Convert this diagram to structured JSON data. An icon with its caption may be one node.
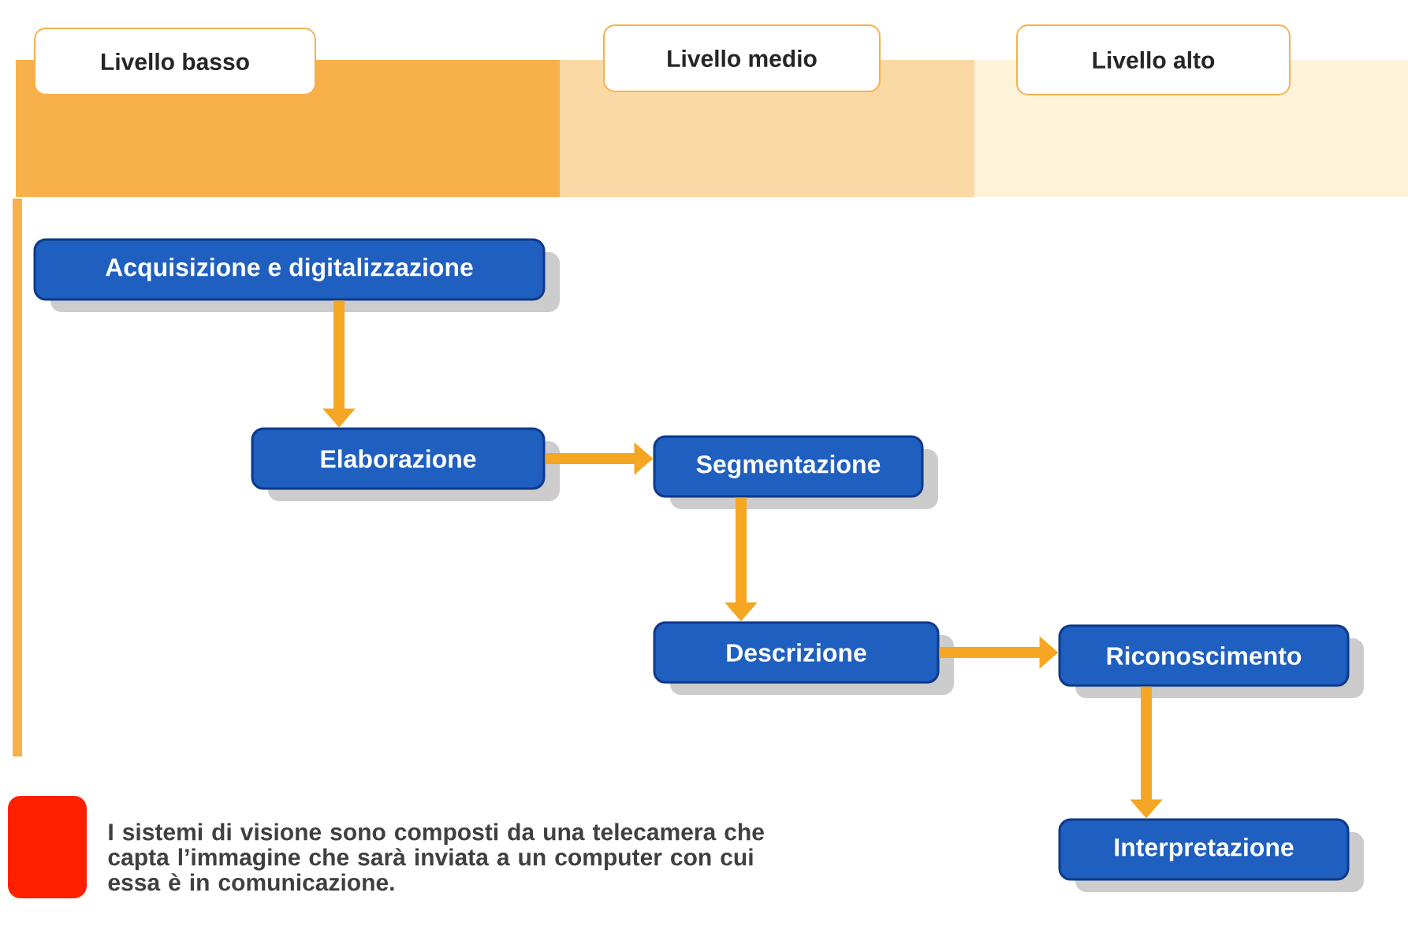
{
  "diagram": {
    "nodes": [
      {
        "text": [
          "Livello basso"
        ]
      },
      {
        "text": [
          "Livello medio"
        ]
      },
      {
        "text": [
          "Livello alto"
        ]
      },
      {
        "text": [
          "Acquisizione e digitalizzazione"
        ]
      },
      {
        "text": [
          "Elaborazione"
        ]
      },
      {
        "text": [
          "Segmentazione"
        ]
      },
      {
        "text": [
          "Descrizione"
        ]
      },
      {
        "text": [
          "Riconoscimento"
        ]
      },
      {
        "text": [
          "Interpretazione"
        ]
      }
    ],
    "edges": [
      {
        "from": 3,
        "to": 4,
        "arrow": "to"
      },
      {
        "from": 4,
        "to": 5,
        "arrow": "to"
      },
      {
        "from": 5,
        "to": 6,
        "arrow": "to"
      },
      {
        "from": 6,
        "to": 7,
        "arrow": "to"
      },
      {
        "from": 7,
        "to": 8,
        "arrow": "to"
      }
    ],
    "labels": [
      "I sistemi di visione sono composti da una telecamera che capta l’immagine che sarà inviata a un computer con cui essa è in comunicazione."
    ]
  }
}
